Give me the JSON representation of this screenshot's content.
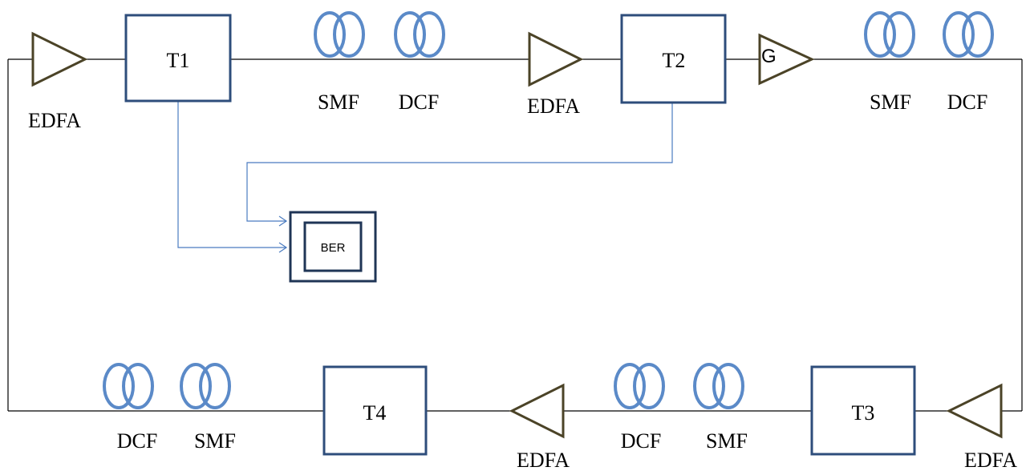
{
  "colors": {
    "line": "#000000",
    "box_border": "#2e4d7b",
    "amp_stroke": "#4b4327",
    "coil_stroke": "#5b8ac8",
    "signal_line": "#4a7bc0"
  },
  "terminals": {
    "t1": "T1",
    "t2": "T2",
    "t3": "T3",
    "t4": "T4"
  },
  "ber": {
    "label": "BER"
  },
  "gain_block": {
    "label": "G"
  },
  "amplifier_labels": {
    "top_left": "EDFA",
    "top_mid": "EDFA",
    "bottom_mid": "EDFA",
    "bottom_right": "EDFA"
  },
  "fiber_labels": {
    "top_smf_1": "SMF",
    "top_dcf_1": "DCF",
    "top_smf_2": "SMF",
    "top_dcf_2": "DCF",
    "bottom_dcf_left": "DCF",
    "bottom_smf_left": "SMF",
    "bottom_dcf_right": "DCF",
    "bottom_smf_right": "SMF"
  }
}
